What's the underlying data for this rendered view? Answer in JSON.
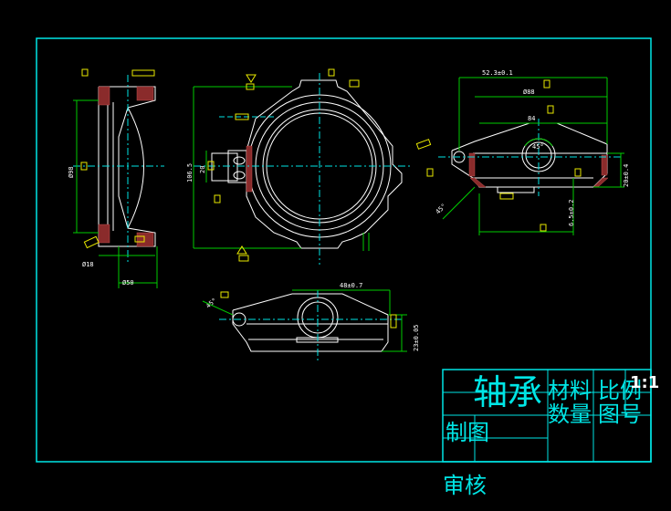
{
  "colors": {
    "background": "#000000",
    "frame": "#00e5e5",
    "outline": "#ffffff",
    "dimension": "#00cc00",
    "marker": "#e8e800",
    "section_hatch": "#8a2b2b",
    "centerline": "#00e5e5"
  },
  "dimensions": {
    "top_overall": "52.3±0.1",
    "width_a": "Ø88",
    "width_b": "84",
    "height_right": "20±0.4",
    "height_base": "6.5±0.2",
    "angle_right": "45°",
    "bore_left": "Ø98",
    "base_left": "Ø18",
    "width_left_bottom": "Ø50",
    "height_mid": "106.5",
    "height_mid_small": "20",
    "bottom_width": "48±0.7",
    "bottom_height": "23±0.05",
    "angle_bottom": "45°"
  },
  "title_block": {
    "part_name": "轴承",
    "material_label": "材料",
    "quantity_label": "数量",
    "scale_label": "比例",
    "scale_value": "1:1",
    "drawing_no_label": "图号",
    "drawn_label": "制图",
    "checked_label": "审核"
  }
}
